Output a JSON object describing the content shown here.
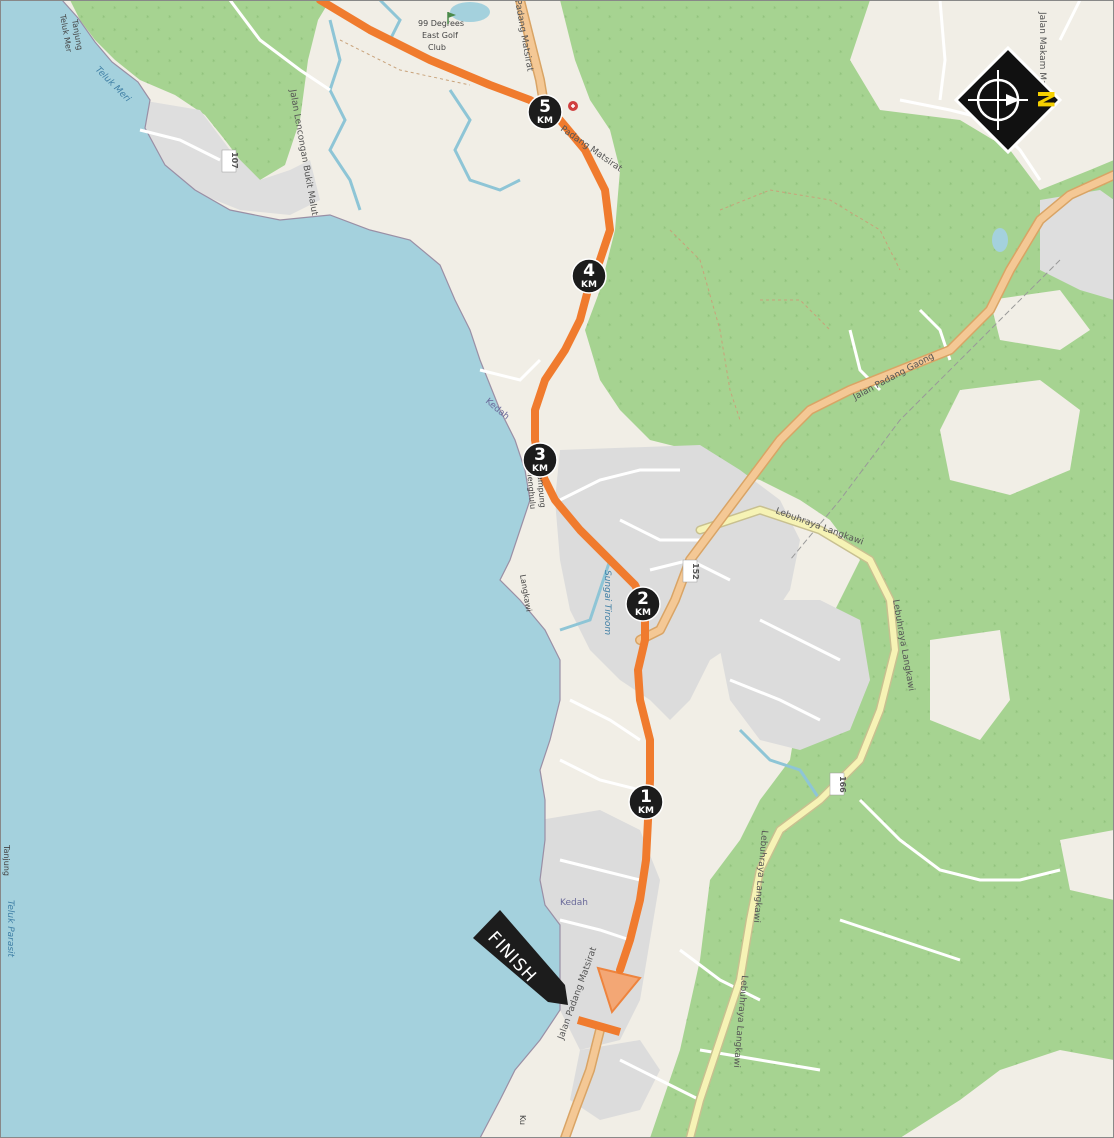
{
  "map": {
    "colors": {
      "sea": "#a4d1dd",
      "land": "#f1eee6",
      "forest": "#a6d391",
      "urban": "#dcdcdc",
      "route": "#f07b2e",
      "marker": "#1c1c1c",
      "compass_bg": "#111111",
      "compass_letter": "#f5d000",
      "major_road": "#f4c895",
      "secondary_road": "#f6f3b5",
      "coast_border": "#9a8fa5"
    },
    "roads": {
      "jalan_makam_mahsuri": "Jalan Makam Mahsuri",
      "jalan_padang_gaong": "Jalan Padang Gaong",
      "lebuhraya_langkawi": "Lebuhraya Langkawi",
      "lebuhraya_langkawi_2": "Lebuhraya Langkawi",
      "lebuhraya_langkawi_3": "Lebuhraya Langkawi",
      "lebuhraya_langkawi_4": "Lebuhraya Langkawi",
      "jalan_padang_matsirat": "Padang Matsirat",
      "jalan_padang_matsirat_2": "Padang Matsirat",
      "jalan_lencongan": "Jalan Lencongan Bukit Malut",
      "jalan_padang_matsirat_3": "Jalan Padang Matsirat"
    },
    "route_numbers": {
      "r107": "107",
      "r152": "152",
      "r166": "166"
    },
    "places": {
      "tanjung_top": "Tanjung",
      "teluk_mer": "Teluk Mer",
      "tanjung_left": "Tanjung",
      "golf_line_1": "99 Degrees",
      "golf_line_2": "East Golf",
      "golf_line_3": "Club",
      "kampung_1": "Kampung",
      "kampung_2": "Menghulu",
      "langkawi": "Langkawi",
      "ku": "Ku"
    },
    "water_labels": {
      "teluk_meri": "Teluk Meri",
      "stream": "Sungai Tiroom",
      "teluk_parasit": "Teluk Parasit"
    },
    "coast_labels": {
      "kedah_1": "Kedah",
      "kedah_2": "Kedah"
    },
    "route": {
      "finish_label": "FINISH",
      "km_unit": "KM",
      "markers": [
        {
          "km": "1"
        },
        {
          "km": "2"
        },
        {
          "km": "3"
        },
        {
          "km": "4"
        },
        {
          "km": "5"
        }
      ]
    },
    "compass": {
      "north_letter": "N",
      "icon": "north-arrow-icon"
    }
  }
}
